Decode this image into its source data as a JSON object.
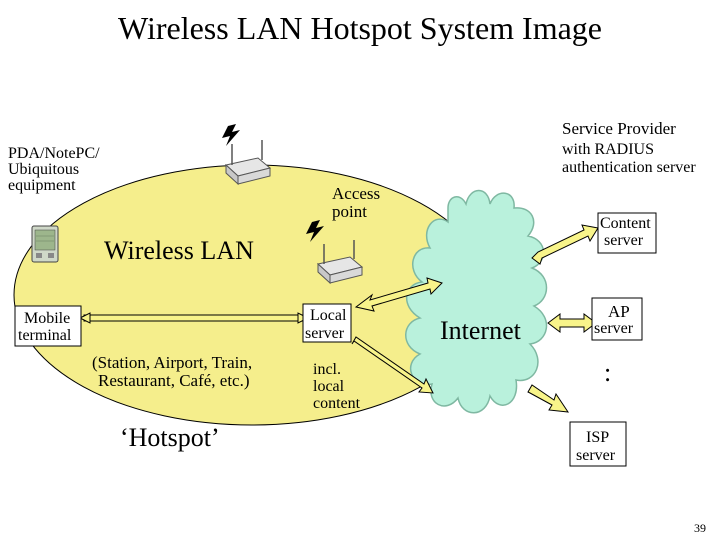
{
  "title": "Wireless LAN Hotspot System Image",
  "labels": {
    "pda_line1": "PDA/NotePC/",
    "pda_line2": "Ubiquitous",
    "pda_line3": "equipment",
    "access_point_line1": "Access",
    "access_point_line2": "point",
    "wireless_lan": "Wireless LAN",
    "mobile_line1": "Mobile",
    "mobile_line2": "terminal",
    "local_server_line1": "Local",
    "local_server_line2": "server",
    "incl_line1": "incl.",
    "incl_line2": "local",
    "incl_line3": "content",
    "station_line1": "(Station, Airport, Train,",
    "station_line2": "Restaurant, Café, etc.)",
    "hotspot": "‘Hotspot’",
    "internet": "Internet",
    "service_provider_line1": "Service Provider",
    "service_provider_line2": "with RADIUS",
    "service_provider_line3": "authentication server",
    "content_server_line1": "Content",
    "content_server_line2": "server",
    "ap_server_line1": "AP",
    "ap_server_line2": "server",
    "ellipsis": ":",
    "isp_server_line1": "ISP",
    "isp_server_line2": "server",
    "page_number": "39"
  },
  "colors": {
    "hotspot_fill": "#f5ee8c",
    "cloud_fill": "#b9f1dc",
    "arrow_fill": "#f8f48a",
    "server_fill": "#ffffff"
  },
  "icons": [
    "lightning-icon",
    "access-point-icon",
    "pda-icon"
  ]
}
